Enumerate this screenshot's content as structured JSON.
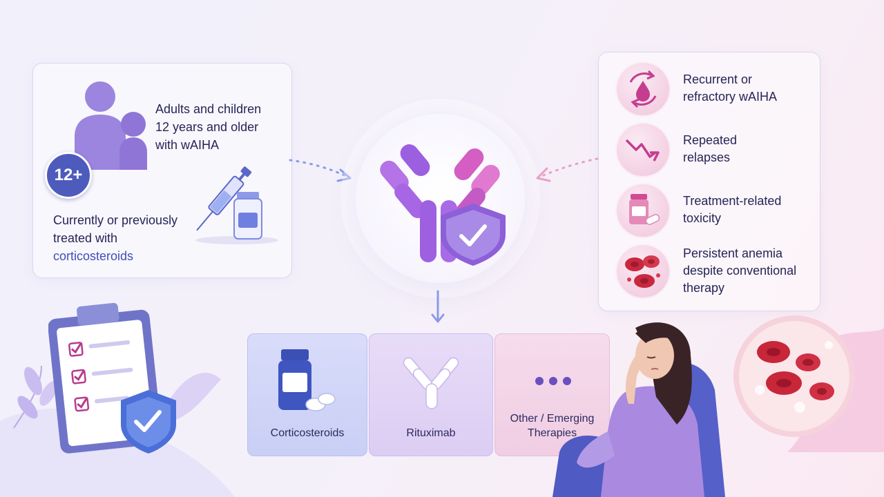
{
  "eligibility": {
    "age_badge": "12+",
    "population_lines": [
      "Adults and children",
      "12 years and older",
      "with wAIHA"
    ],
    "treatment_lines": [
      "Currently or previously",
      "treated with"
    ],
    "treatment_highlight": "corticosteroids"
  },
  "indications": [
    {
      "lines": [
        "Recurrent or",
        "refractory wAIHA"
      ],
      "icon": "recurrence-cycle-icon"
    },
    {
      "lines": [
        "Repeated",
        "relapses"
      ],
      "icon": "downward-trend-icon"
    },
    {
      "lines": [
        "Treatment-related",
        "toxicity"
      ],
      "icon": "medicine-bottle-icon"
    },
    {
      "lines": [
        "Persistent anemia",
        "despite conventional",
        "therapy"
      ],
      "icon": "red-blood-cells-icon"
    }
  ],
  "therapies": [
    {
      "label": "Corticosteroids",
      "icon": "pill-bottle-icon"
    },
    {
      "label": "Rituximab",
      "icon": "antibody-icon"
    },
    {
      "label_lines": [
        "Other / Emerging",
        "Therapies"
      ],
      "icon": "ellipsis-icon"
    }
  ],
  "colors": {
    "purple": "#9b6ee0",
    "magenta": "#c756c8",
    "blue_text": "#3e4fb8",
    "pink_arrow": "#eaa0c6",
    "blue_arrow": "#8a9be6"
  }
}
